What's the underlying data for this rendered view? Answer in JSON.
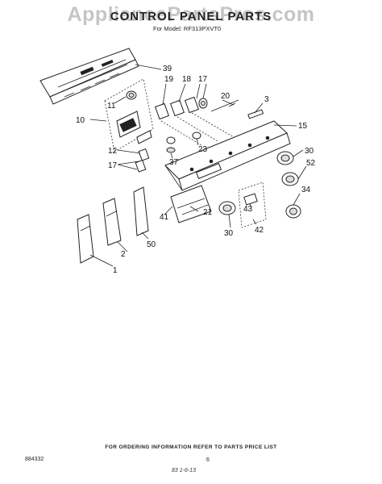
{
  "watermark": "AppliancePartsPros.com",
  "title": "CONTROL PANEL PARTS",
  "model_line": "For Model: RF313PXVT0",
  "footer": {
    "notice": "FOR ORDERING INFORMATION REFER TO PARTS PRICE LIST",
    "doc_number": "884332",
    "page_number": "6",
    "date_code": "83 1-6-13"
  },
  "callouts": {
    "c39": "39",
    "c19": "19",
    "c18": "18",
    "c17a": "17",
    "c20": "20",
    "c3": "3",
    "c11": "11",
    "c10": "10",
    "c15": "15",
    "c12": "12",
    "c23": "23",
    "c17b": "17",
    "c37": "37",
    "c30a": "30",
    "c52": "52",
    "c34": "34",
    "c43": "43",
    "c41": "41",
    "c21": "21",
    "c30b": "30",
    "c42": "42",
    "c50": "50",
    "c2": "2",
    "c1": "1"
  }
}
